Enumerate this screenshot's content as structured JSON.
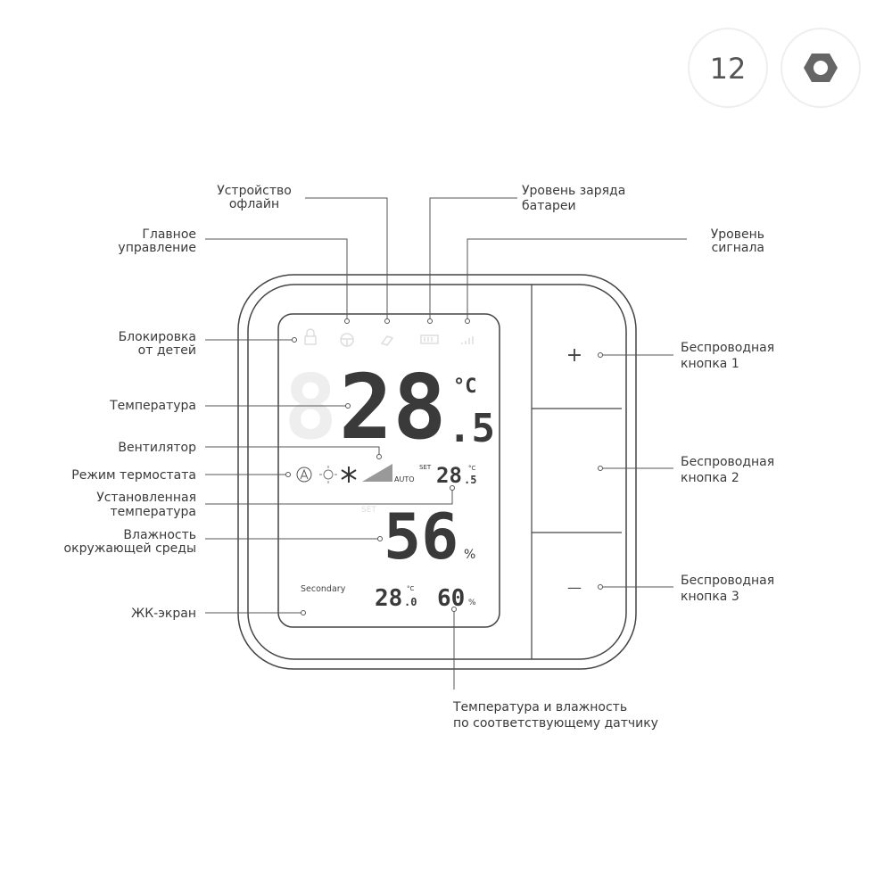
{
  "badges": {
    "number": "12",
    "icon": "hex-nut-icon"
  },
  "labels": {
    "offline": [
      "Устройство",
      "офлайн"
    ],
    "battery": [
      "Уровень заряда",
      "батареи"
    ],
    "main_control": [
      "Главное",
      "управление"
    ],
    "signal": [
      "Уровень",
      "сигнала"
    ],
    "child_lock": [
      "Блокировка",
      "от детей"
    ],
    "temperature": "Температура",
    "fan": "Вентилятор",
    "mode": "Режим термостата",
    "set_temp": [
      "Установленная",
      "температура"
    ],
    "humidity": [
      "Влажность",
      "окружающей среды"
    ],
    "lcd": "ЖК-экран",
    "button1": [
      "Беспроводная",
      "кнопка 1"
    ],
    "button2": [
      "Беспроводная",
      "кнопка  2"
    ],
    "button3": [
      "Беспроводная",
      "кнопка  3"
    ],
    "sensor": [
      "Температура и влажность",
      "по соответствующему датчику"
    ]
  },
  "screen": {
    "temp_main": "28",
    "temp_decimal": ".5",
    "temp_unit": "°C",
    "fan_auto": "AUTO",
    "set_label": "SET",
    "set_temp": "28",
    "set_decimal": ".5",
    "set_unit": "°C",
    "humidity_set": "SET",
    "humidity": "56",
    "humidity_unit": "%",
    "secondary_label": "Secondary",
    "secondary_temp": "28",
    "secondary_decimal": ".0",
    "secondary_unit": "°C",
    "secondary_humidity": "60",
    "secondary_humidity_unit": "%"
  },
  "buttons": {
    "plus": "+",
    "minus": "—"
  }
}
